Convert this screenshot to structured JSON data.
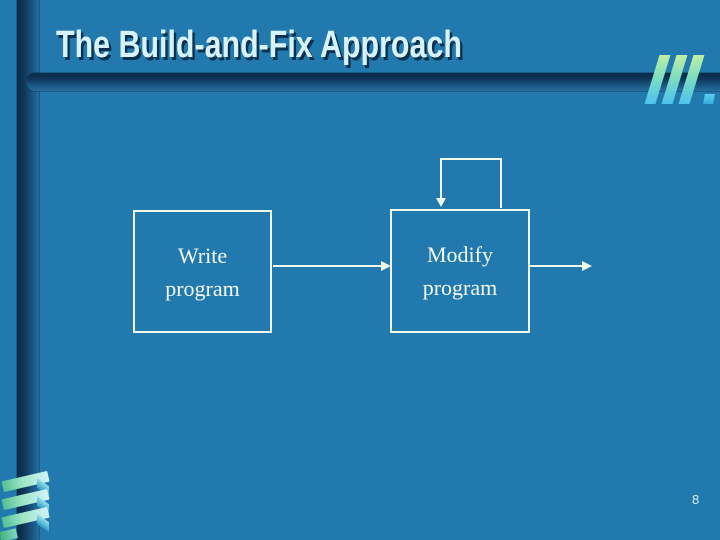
{
  "slide": {
    "title": "The Build-and-Fix Approach",
    "page_number": "8"
  },
  "colors": {
    "background": "#2279ad",
    "accent_bar_dark": "#0a2b48",
    "accent_bar_light": "#276d9e",
    "title_text": "#d8f3f8",
    "title_shadow": "#0a3150",
    "diagram_line": "#f0f7ec",
    "box_border": "#eef6e8",
    "box_text": "#f2f8ee",
    "decoration_green": "#bfefa4",
    "decoration_cyan": "#4dc3ef"
  },
  "decorations": {
    "top_right": "diagonal-slashes-icon",
    "bottom_left": "ribbon-stripes-icon"
  },
  "diagram": {
    "type": "flowchart",
    "boxes": [
      {
        "id": "write-program",
        "line1": "Write",
        "line2": "program"
      },
      {
        "id": "modify-program",
        "line1": "Modify",
        "line2": "program"
      }
    ],
    "connectors": [
      {
        "id": "write-to-modify",
        "type": "arrow",
        "from": "write-program",
        "to": "modify-program"
      },
      {
        "id": "modify-self-loop",
        "type": "loop-arrow",
        "from": "modify-program",
        "to": "modify-program"
      },
      {
        "id": "modify-output",
        "type": "arrow",
        "from": "modify-program",
        "to": null
      }
    ]
  }
}
